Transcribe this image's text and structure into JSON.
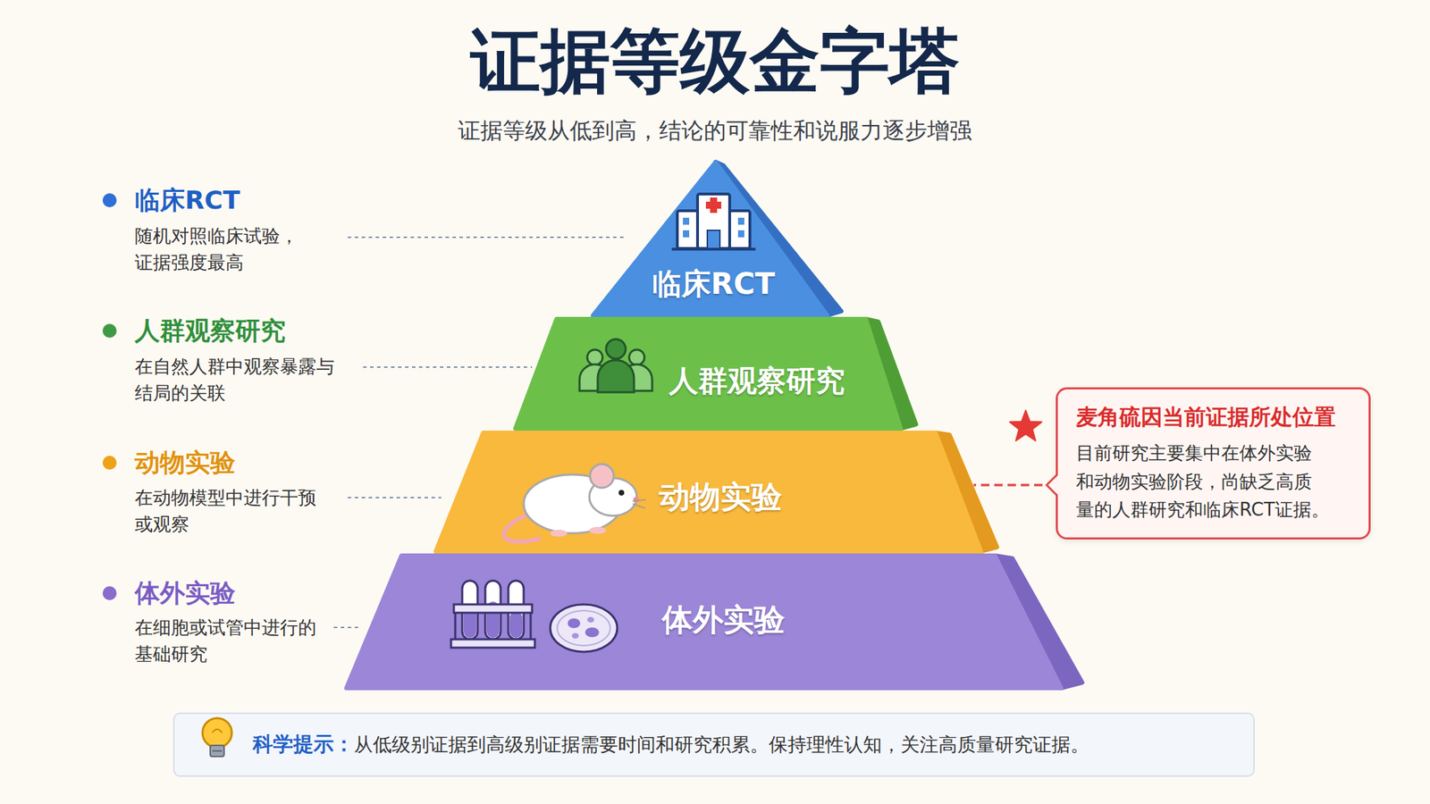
{
  "diagram": {
    "title": "证据等级金字塔",
    "nodes": [
      {
        "text": [
          "临床RCT"
        ]
      },
      {
        "text": [
          "人群观察研究"
        ]
      },
      {
        "text": [
          "动物实验"
        ]
      },
      {
        "text": [
          "体外实验"
        ]
      },
      {
        "text": [
          "麦角硫因当前证据所处位置",
          "目前研究主要集中在体外实验 和动物实验阶段，尚缺乏高质 量的人群研究和临床RCT证据。"
        ]
      },
      {
        "text": [
          "科学提示：",
          "从低级别证据到高级别证据需要时间和研究积累。保持理性认知，关注高质量研究证据。"
        ]
      }
    ],
    "edges": [
      {
        "from": 4,
        "to": 2,
        "arrow": "none"
      }
    ],
    "labels": [
      "证据等级从低到高，结论的可靠性和说服力逐步增强",
      "临床RCT",
      "随机对照临床试验， 证据强度最高",
      "人群观察研究",
      "在自然人群中观察暴露与 结局的关联",
      "动物实验",
      "在动物模型中进行干预 或观察",
      "体外实验",
      "在细胞或试管中进行的 基础研究"
    ]
  }
}
